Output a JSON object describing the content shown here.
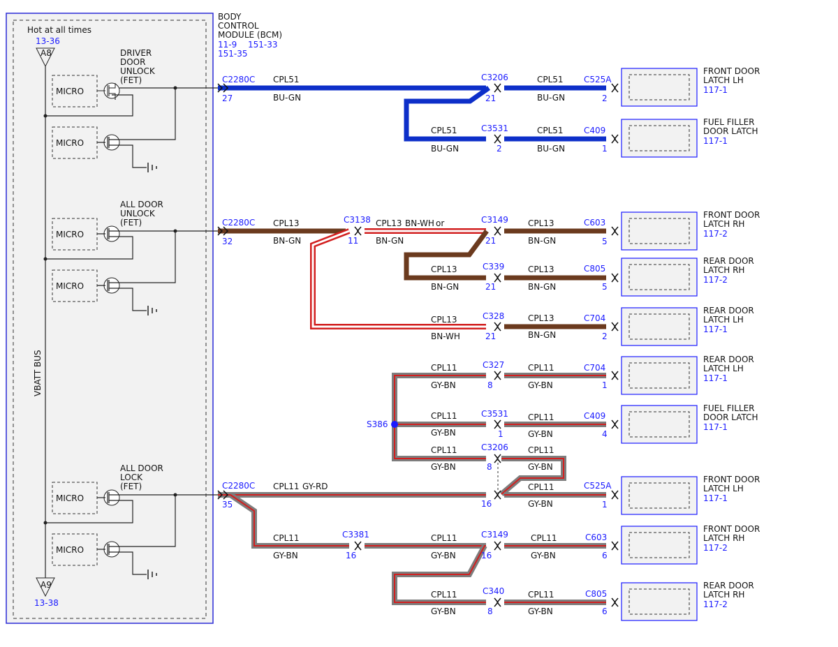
{
  "colors": {
    "blue_wire": "#0d2fc9",
    "brown_wire": "#6b3a1e",
    "gray_wire": "#7d7d7d",
    "red_stripe": "#d21f1f",
    "link": "#1a1aff",
    "panel": "#f2f2f2"
  },
  "bcm": {
    "name_lines": [
      "BODY",
      "CONTROL",
      "MODULE (BCM)"
    ],
    "refs": [
      "11-9",
      "151-33",
      "151-35"
    ],
    "hot_label": "Hot at all times",
    "bus_label": "VBATT BUS",
    "top_term": {
      "pin": "A8",
      "ref": "13-36"
    },
    "bottom_term": {
      "pin": "A9",
      "ref": "13-38"
    },
    "micro": "MICRO",
    "outputs": [
      {
        "lines": [
          "DRIVER",
          "DOOR",
          "UNLOCK",
          "(FET)"
        ]
      },
      {
        "lines": [
          "ALL DOOR",
          "UNLOCK",
          "(FET)"
        ]
      },
      {
        "lines": [
          "ALL DOOR",
          "LOCK",
          "(FET)"
        ]
      }
    ]
  },
  "connectors": {
    "c2280c_27": {
      "name": "C2280C",
      "pin": "27"
    },
    "c2280c_32": {
      "name": "C2280C",
      "pin": "32"
    },
    "c2280c_35": {
      "name": "C2280C",
      "pin": "35"
    },
    "c3206_21": {
      "name": "C3206",
      "pin": "21"
    },
    "c3531_2": {
      "name": "C3531",
      "pin": "2"
    },
    "c3138_11": {
      "name": "C3138",
      "pin": "11"
    },
    "c3149_21": {
      "name": "C3149",
      "pin": "21"
    },
    "c339_21": {
      "name": "C339",
      "pin": "21"
    },
    "c328_21": {
      "name": "C328",
      "pin": "21"
    },
    "c327_8": {
      "name": "C327",
      "pin": "8"
    },
    "c3531_1": {
      "name": "C3531",
      "pin": "1"
    },
    "c3206_8": {
      "name": "C3206",
      "pin": "8"
    },
    "c3206_16": {
      "name": "",
      "pin": "16"
    },
    "c3381_16": {
      "name": "C3381",
      "pin": "16"
    },
    "c3149_16": {
      "name": "C3149",
      "pin": "16"
    },
    "c340_8": {
      "name": "C340",
      "pin": "8"
    },
    "c525a_2": {
      "name": "C525A",
      "pin": "2"
    },
    "c409_1": {
      "name": "C409",
      "pin": "1"
    },
    "c603_5": {
      "name": "C603",
      "pin": "5"
    },
    "c805_5": {
      "name": "C805",
      "pin": "5"
    },
    "c704_2": {
      "name": "C704",
      "pin": "2"
    },
    "c704_1": {
      "name": "C704",
      "pin": "1"
    },
    "c409_4": {
      "name": "C409",
      "pin": "4"
    },
    "c525a_1": {
      "name": "C525A",
      "pin": "1"
    },
    "c603_6": {
      "name": "C603",
      "pin": "6"
    },
    "c805_6": {
      "name": "C805",
      "pin": "6"
    }
  },
  "splice": {
    "name": "S386"
  },
  "wires": {
    "w1": {
      "circuit": "CPL51",
      "color": "BU-GN"
    },
    "w2": {
      "circuit": "CPL51",
      "color": "BU-GN"
    },
    "w3": {
      "circuit": "CPL51",
      "color": "BU-GN"
    },
    "w4": {
      "circuit": "CPL51",
      "color": "BU-GN"
    },
    "w5": {
      "circuit": "CPL13",
      "color": "BN-GN"
    },
    "w6": {
      "circuit": "CPL13",
      "color": "BN-WH",
      "note": "or",
      "color2": "BN-GN"
    },
    "w7": {
      "circuit": "CPL13",
      "color": "BN-GN"
    },
    "w8": {
      "circuit": "CPL13",
      "color": "BN-GN"
    },
    "w9": {
      "circuit": "CPL13",
      "color": "BN-GN"
    },
    "w10": {
      "circuit": "CPL13",
      "color": "BN-WH"
    },
    "w11": {
      "circuit": "CPL13",
      "color": "BN-GN"
    },
    "w12": {
      "circuit": "CPL11",
      "color": "GY-BN"
    },
    "w13": {
      "circuit": "CPL11",
      "color": "GY-BN"
    },
    "w14": {
      "circuit": "CPL11",
      "color": "GY-BN"
    },
    "w15": {
      "circuit": "CPL11",
      "color": "GY-BN"
    },
    "w16": {
      "circuit": "CPL11",
      "color": "GY-BN"
    },
    "w17": {
      "circuit": "CPL11",
      "color": "GY-BN"
    },
    "w18": {
      "circuit": "CPL11",
      "color": "GY-BN"
    },
    "w19": {
      "circuit": "CPL11",
      "color": "GY-RD"
    },
    "w20": {
      "circuit": "CPL11",
      "color": "GY-BN"
    },
    "w21": {
      "circuit": "CPL11",
      "color": "GY-BN"
    },
    "w22": {
      "circuit": "CPL11",
      "color": "GY-BN"
    },
    "w23": {
      "circuit": "CPL11",
      "color": "GY-BN"
    },
    "w24": {
      "circuit": "CPL11",
      "color": "GY-BN"
    }
  },
  "components": [
    {
      "lines": [
        "FRONT DOOR",
        "LATCH LH"
      ],
      "ref": "117-1"
    },
    {
      "lines": [
        "FUEL FILLER",
        "DOOR LATCH"
      ],
      "ref": "117-1"
    },
    {
      "lines": [
        "FRONT DOOR",
        "LATCH RH"
      ],
      "ref": "117-2"
    },
    {
      "lines": [
        "REAR DOOR",
        "LATCH RH"
      ],
      "ref": "117-2"
    },
    {
      "lines": [
        "REAR DOOR",
        "LATCH LH"
      ],
      "ref": "117-1"
    },
    {
      "lines": [
        "REAR DOOR",
        "LATCH LH"
      ],
      "ref": "117-1"
    },
    {
      "lines": [
        "FUEL FILLER",
        "DOOR LATCH"
      ],
      "ref": "117-1"
    },
    {
      "lines": [
        "FRONT DOOR",
        "LATCH LH"
      ],
      "ref": "117-1"
    },
    {
      "lines": [
        "FRONT DOOR",
        "LATCH RH"
      ],
      "ref": "117-2"
    },
    {
      "lines": [
        "REAR DOOR",
        "LATCH RH"
      ],
      "ref": "117-2"
    }
  ]
}
